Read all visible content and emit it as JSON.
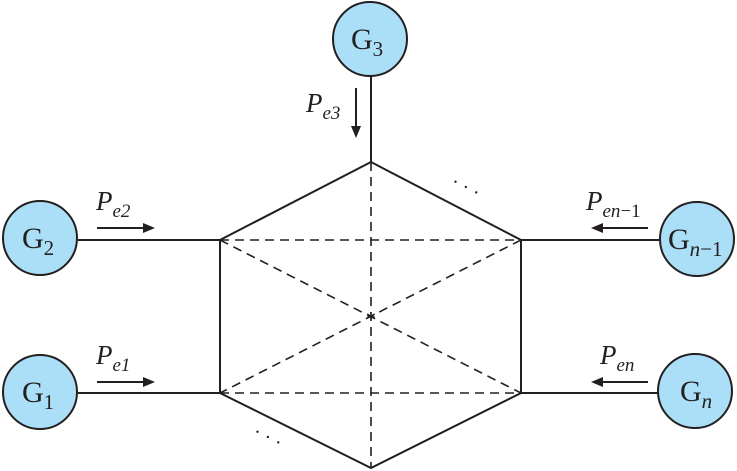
{
  "colors": {
    "generator_fill": "#abdff7",
    "stroke": "#231f20",
    "background": "#ffffff"
  },
  "generators": [
    {
      "id": "G1",
      "base": "G",
      "sub": "1",
      "sub_italic": false
    },
    {
      "id": "G2",
      "base": "G",
      "sub": "2",
      "sub_italic": false
    },
    {
      "id": "G3",
      "base": "G",
      "sub": "3",
      "sub_italic": false
    },
    {
      "id": "Gn-1",
      "base": "G",
      "sub": "n",
      "sub_italic": true,
      "sub_suffix": "−1"
    },
    {
      "id": "Gn",
      "base": "G",
      "sub": "n",
      "sub_italic": true
    }
  ],
  "powers": [
    {
      "id": "Pe1",
      "base": "P",
      "sub": "e1",
      "direction": "right"
    },
    {
      "id": "Pe2",
      "base": "P",
      "sub": "e2",
      "direction": "right"
    },
    {
      "id": "Pe3",
      "base": "P",
      "sub": "e3",
      "direction": "down"
    },
    {
      "id": "Pen-1",
      "base": "P",
      "sub": "en",
      "sub_suffix": "−1",
      "direction": "left"
    },
    {
      "id": "Pen",
      "base": "P",
      "sub": "en",
      "direction": "left"
    }
  ],
  "ellipsis": "· · ·",
  "center_mark": "*"
}
